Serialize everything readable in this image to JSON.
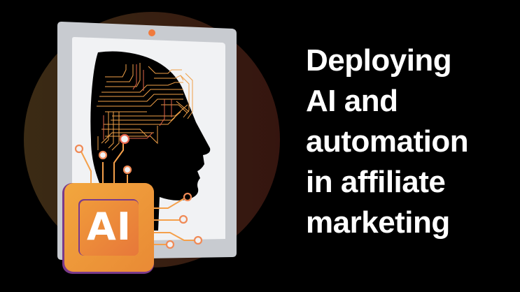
{
  "headline": {
    "lines": [
      "Deploying",
      "AI and",
      "automation",
      "in affiliate",
      "marketing"
    ]
  },
  "illustration": {
    "chip_label": "AI",
    "colors": {
      "background": "#000000",
      "circle_left": "#3a2a16",
      "circle_right": "#3a1612",
      "tablet_frame": "#c9ccd1",
      "tablet_screen": "#f1f2f4",
      "camera": "#f07a3c",
      "chip_outer": "#f0a13c",
      "chip_inner": "#ec8a34",
      "chip_border": "#7a3a8a",
      "circuit_orange": "#f5a04a",
      "circuit_red": "#e0634a"
    }
  }
}
